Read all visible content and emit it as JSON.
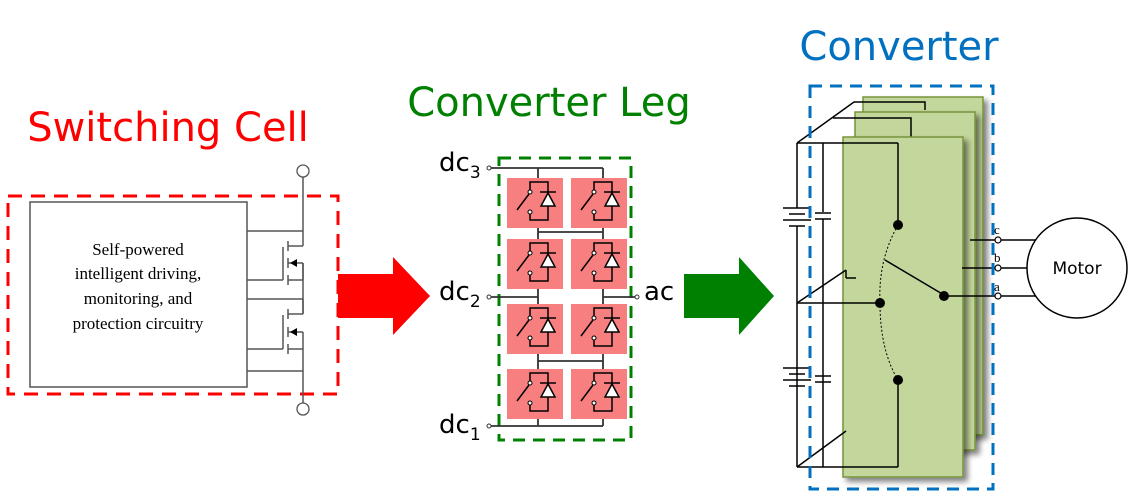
{
  "titles": {
    "switching_cell": "Switching Cell",
    "converter_leg": "Converter Leg",
    "converter": "Converter"
  },
  "colors": {
    "switching_cell": "#ff0000",
    "converter_leg": "#008000",
    "converter": "#0070c0",
    "cell_fill": "#f77f7f",
    "panel_fill": "#c3d69b",
    "panel_stroke": "#77933c"
  },
  "switching_cell": {
    "box_text": [
      "Self-powered",
      "intelligent driving,",
      "monitoring, and",
      "protection circuitry"
    ]
  },
  "converter_leg": {
    "terminals": {
      "dc3": {
        "base": "dc",
        "sub": "3"
      },
      "dc2": {
        "base": "dc",
        "sub": "2"
      },
      "dc1": {
        "base": "dc",
        "sub": "1"
      },
      "ac": "ac"
    }
  },
  "converter": {
    "phases": [
      "c",
      "b",
      "a"
    ],
    "motor_label": "Motor"
  }
}
